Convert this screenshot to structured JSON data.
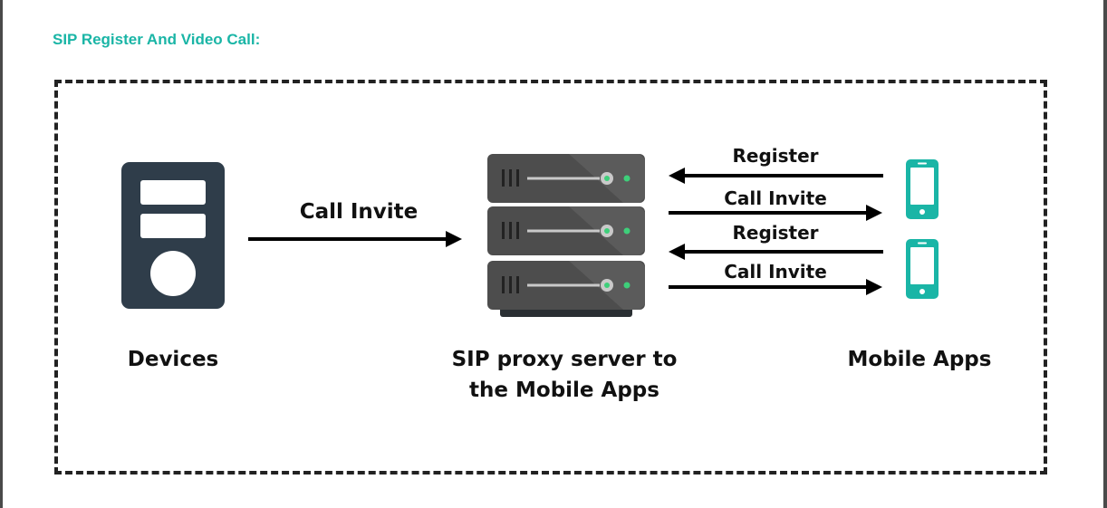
{
  "section": {
    "title": "SIP Register And Video Call:"
  },
  "devices": {
    "icon": "tower-device-icon",
    "label": "Devices",
    "arrow_label": "Call Invite"
  },
  "server": {
    "icon": "server-rack-icon",
    "label_line1": "SIP proxy server to",
    "label_line2": "the Mobile Apps"
  },
  "mobile": {
    "icon": "smartphone-icon",
    "label": "Mobile Apps",
    "phone1": {
      "register_label": "Register",
      "invite_label": "Call Invite"
    },
    "phone2": {
      "register_label": "Register",
      "invite_label": "Call Invite"
    }
  },
  "colors": {
    "accent": "#1ab5a6",
    "device": "#2f3d4a",
    "server": "#4d4d4d",
    "server_dark": "#2a2f33",
    "led": "#3ecf7a",
    "text": "#111111"
  }
}
